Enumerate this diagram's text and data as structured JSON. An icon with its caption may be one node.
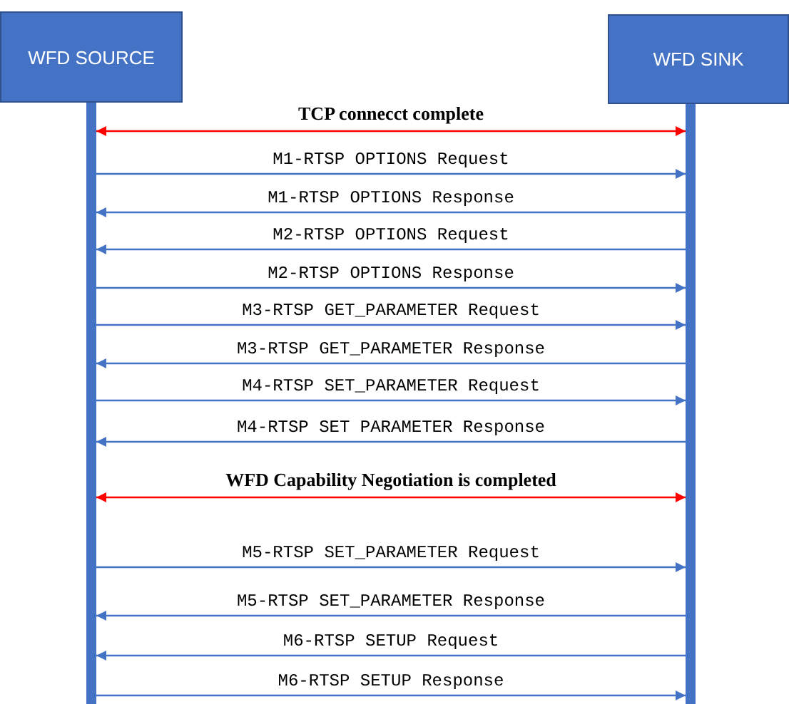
{
  "diagram": {
    "nodes": [
      {
        "text": [
          "WFD SOURCE"
        ]
      },
      {
        "text": [
          "WFD SINK"
        ]
      }
    ],
    "edges": [
      {
        "from": 0,
        "to": 1,
        "arrow": "both",
        "label": "TCP connecct complete",
        "color": "#ff0000"
      },
      {
        "from": 0,
        "to": 1,
        "arrow": "to",
        "label": "M1-RTSP OPTIONS Request"
      },
      {
        "from": 1,
        "to": 0,
        "arrow": "to",
        "label": "M1-RTSP OPTIONS Response"
      },
      {
        "from": 1,
        "to": 0,
        "arrow": "to",
        "label": "M2-RTSP OPTIONS Request"
      },
      {
        "from": 0,
        "to": 1,
        "arrow": "to",
        "label": "M2-RTSP OPTIONS Response"
      },
      {
        "from": 0,
        "to": 1,
        "arrow": "to",
        "label": "M3-RTSP GET_PARAMETER Request"
      },
      {
        "from": 1,
        "to": 0,
        "arrow": "to",
        "label": "M3-RTSP GET_PARAMETER Response"
      },
      {
        "from": 0,
        "to": 1,
        "arrow": "to",
        "label": "M4-RTSP SET_PARAMETER Request"
      },
      {
        "from": 1,
        "to": 0,
        "arrow": "to",
        "label": "M4-RTSP SET PARAMETER Response"
      },
      {
        "from": 0,
        "to": 1,
        "arrow": "both",
        "label": "WFD Capability Negotiation is completed",
        "color": "#ff0000"
      },
      {
        "from": 0,
        "to": 1,
        "arrow": "to",
        "label": "M5-RTSP SET_PARAMETER Request"
      },
      {
        "from": 1,
        "to": 0,
        "arrow": "to",
        "label": "M5-RTSP SET_PARAMETER Response"
      },
      {
        "from": 1,
        "to": 0,
        "arrow": "to",
        "label": "M6-RTSP SETUP Request"
      },
      {
        "from": 0,
        "to": 1,
        "arrow": "to",
        "label": "M6-RTSP SETUP Response"
      }
    ]
  }
}
